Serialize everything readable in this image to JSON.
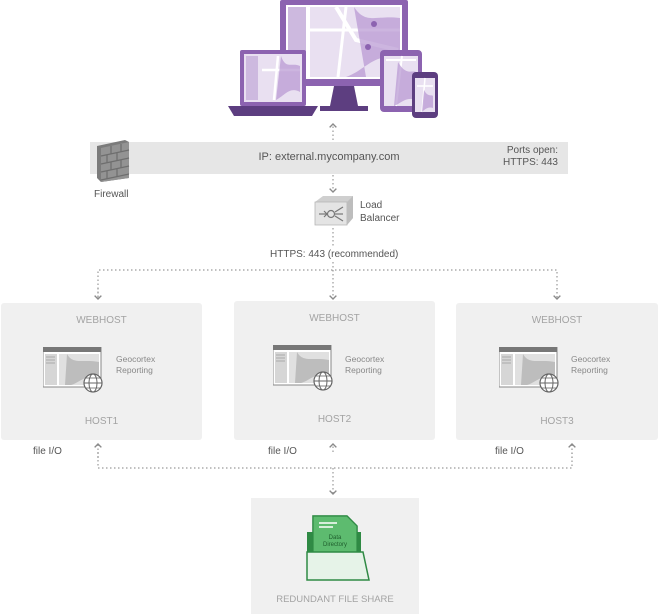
{
  "ip_bar": {
    "ip": "IP: external.mycompany.com",
    "ports_line1": "Ports open:",
    "ports_line2": "HTTPS: 443"
  },
  "firewall": {
    "label": "Firewall",
    "icon": "brick-wall-icon"
  },
  "load_balancer": {
    "line1": "Load",
    "line2": "Balancer",
    "icon": "load-balancer-icon"
  },
  "https_label": "HTTPS: 443 (recommended)",
  "hosts": [
    {
      "title": "WEBHOST",
      "app_line1": "Geocortex",
      "app_line2": "Reporting",
      "name": "HOST1",
      "io_label": "file I/O"
    },
    {
      "title": "WEBHOST",
      "app_line1": "Geocortex",
      "app_line2": "Reporting",
      "name": "HOST2",
      "io_label": "file I/O"
    },
    {
      "title": "WEBHOST",
      "app_line1": "Geocortex",
      "app_line2": "Reporting",
      "name": "HOST3",
      "io_label": "file I/O"
    }
  ],
  "file_share": {
    "folder_line1": "Data",
    "folder_line2": "Directory",
    "label": "REDUNDANT FILE SHARE",
    "icon": "folder-icon"
  },
  "colors": {
    "purple": "#8c63b0",
    "purple_dark": "#5d3e80",
    "green": "#3aa050",
    "panel": "#f0f0f0",
    "bar": "#e6e6e6",
    "connector": "#9a9a9a"
  }
}
